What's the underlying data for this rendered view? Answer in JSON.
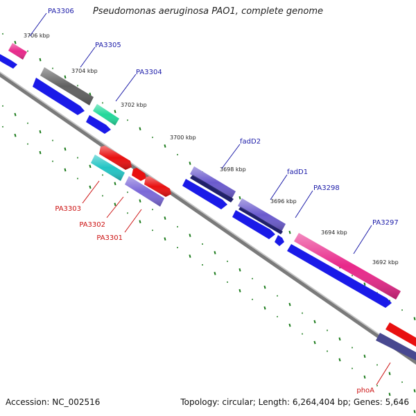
{
  "title": "Pseudomonas aeruginosa PAO1, complete genome",
  "footer": {
    "accession": "Accession: NC_002516",
    "summary": "Topology: circular; Length: 6,264,404 bp; Genes: 5,646"
  },
  "ruler_labels": [
    "3706 kbp",
    "3704 kbp",
    "3702 kbp",
    "3700 kbp",
    "3698 kbp",
    "3696 kbp",
    "3694 kbp",
    "3692 kbp"
  ],
  "genes_top": [
    {
      "label": "PA3306",
      "fill": "#e8288a"
    },
    {
      "label": "PA3305",
      "fill": "#606060"
    },
    {
      "label": "PA3304",
      "fill": "#22d89a"
    },
    {
      "label": "fadD2",
      "fill": "#6a5acd"
    },
    {
      "label": "fadD1",
      "fill": "#20206a"
    },
    {
      "label": "PA3298",
      "fill": "#e8288a"
    },
    {
      "label": "PA3297",
      "fill": "#e8288a"
    }
  ],
  "genes_bottom": [
    {
      "label": "PA3303",
      "fill": "#22c4c4"
    },
    {
      "label": "PA3302",
      "fill": "#e81010"
    },
    {
      "label": "PA3301",
      "fill": "#7b68d8"
    },
    {
      "label": "phoA",
      "fill": "#e81010"
    }
  ],
  "colors": {
    "cds": "#1a1ae8",
    "backbone": "#7a7a7a",
    "tick": "#1a7a1a",
    "label_top": "#1a1aa8",
    "label_bottom": "#cc1010"
  }
}
